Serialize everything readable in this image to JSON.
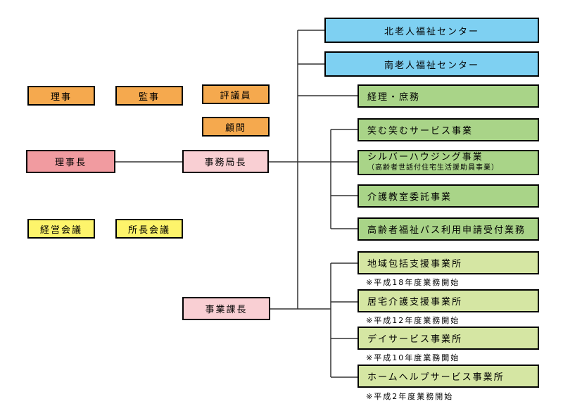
{
  "left": {
    "riji": "理事",
    "kanji": "監事",
    "hyogiin": "評議員",
    "komon": "顧問",
    "rijicho": "理事長",
    "jimukyokucho": "事務局長",
    "keiei_kaigi": "経営会議",
    "shocho_kaigi": "所長会議",
    "jigyokacho": "事業課長"
  },
  "centers": [
    "北老人福祉センター",
    "南老人福祉センター"
  ],
  "office_units": [
    {
      "label": "経理・庶務"
    },
    {
      "label": "笑む笑むサービス事業"
    },
    {
      "label": "シルバーハウジング事業",
      "sub": "（高齢者世話付住宅生活援助員事業）"
    },
    {
      "label": "介護教室委託事業"
    },
    {
      "label": "高齢者福祉パス利用申請受付業務"
    }
  ],
  "business_units": [
    {
      "label": "地域包括支援事業所",
      "note": "※平成18年度業務開始"
    },
    {
      "label": "居宅介護支援事業所",
      "note": "※平成12年度業務開始"
    },
    {
      "label": "デイサービス事業所",
      "note": "※平成10年度業務開始"
    },
    {
      "label": "ホームヘルプサービス事業所",
      "note": "※平成2年度業務開始"
    }
  ],
  "colors": {
    "board": "#f5a94e",
    "chairman": "#f19ba0",
    "managers": "#f9cfd3",
    "meetings": "#fdf46b",
    "centers": "#7ed0f2",
    "office_units": "#a9d488",
    "business_units": "#d5e6a3"
  }
}
